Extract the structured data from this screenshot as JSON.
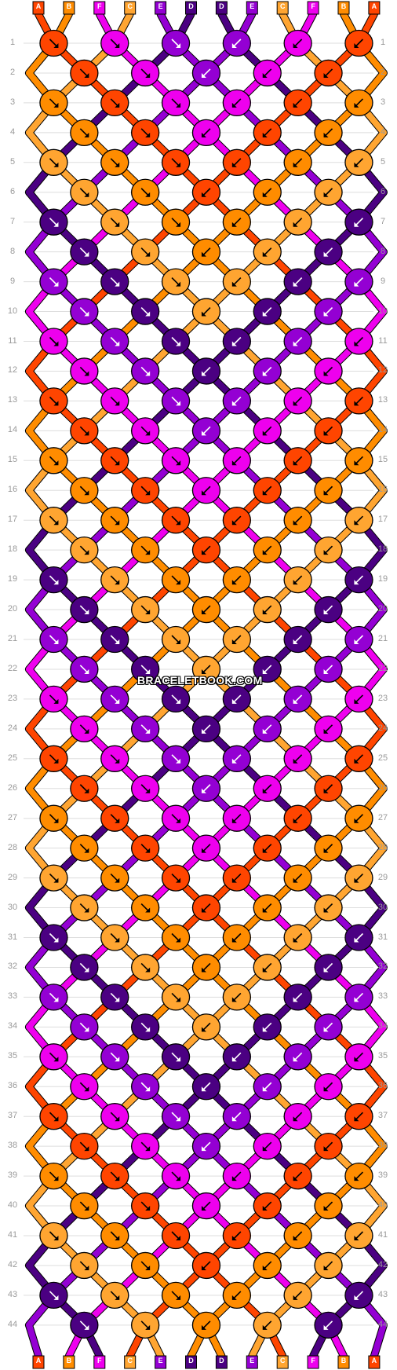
{
  "pattern": {
    "rows": 44,
    "strings": 12,
    "top_string_labels": [
      "A",
      "B",
      "F",
      "C",
      "E",
      "D",
      "D",
      "E",
      "C",
      "F",
      "B",
      "A"
    ],
    "bottom_string_labels": [
      "A",
      "B",
      "F",
      "C",
      "E",
      "D",
      "D",
      "E",
      "C",
      "F",
      "B",
      "A"
    ],
    "colors": {
      "A": "#ff4500",
      "B": "#ff8c00",
      "C": "#ffa531",
      "D": "#4b0082",
      "E": "#9400d3",
      "F": "#ee00ee"
    },
    "knot_rows_pattern": "odd rows: 6 knots at strings 1-2,3-4,5-6,7-8,9-10,11-12; even rows: 5 knots at 2-3,4-5,6-7,8-9,10-11"
  },
  "left_row_numbers": [
    "1",
    "2",
    "3",
    "4",
    "5",
    "6",
    "7",
    "8",
    "9",
    "10",
    "11",
    "12",
    "13",
    "14",
    "15",
    "16",
    "17",
    "18",
    "19",
    "20",
    "21",
    "22",
    "23",
    "24",
    "25",
    "26",
    "27",
    "28",
    "29",
    "30",
    "31",
    "32",
    "33",
    "34",
    "35",
    "36",
    "37",
    "38",
    "39",
    "40",
    "41",
    "42",
    "43",
    "44"
  ],
  "right_row_numbers": [
    "1",
    "2",
    "3",
    "4",
    "5",
    "6",
    "7",
    "8",
    "9",
    "10",
    "11",
    "12",
    "13",
    "14",
    "15",
    "16",
    "17",
    "18",
    "19",
    "20",
    "21",
    "22",
    "23",
    "24",
    "25",
    "26",
    "27",
    "28",
    "29",
    "30",
    "31",
    "32",
    "33",
    "34",
    "35",
    "36",
    "37",
    "38",
    "39",
    "40",
    "41",
    "42",
    "43",
    "44"
  ],
  "watermark": "BRACELETBOOK.COM"
}
